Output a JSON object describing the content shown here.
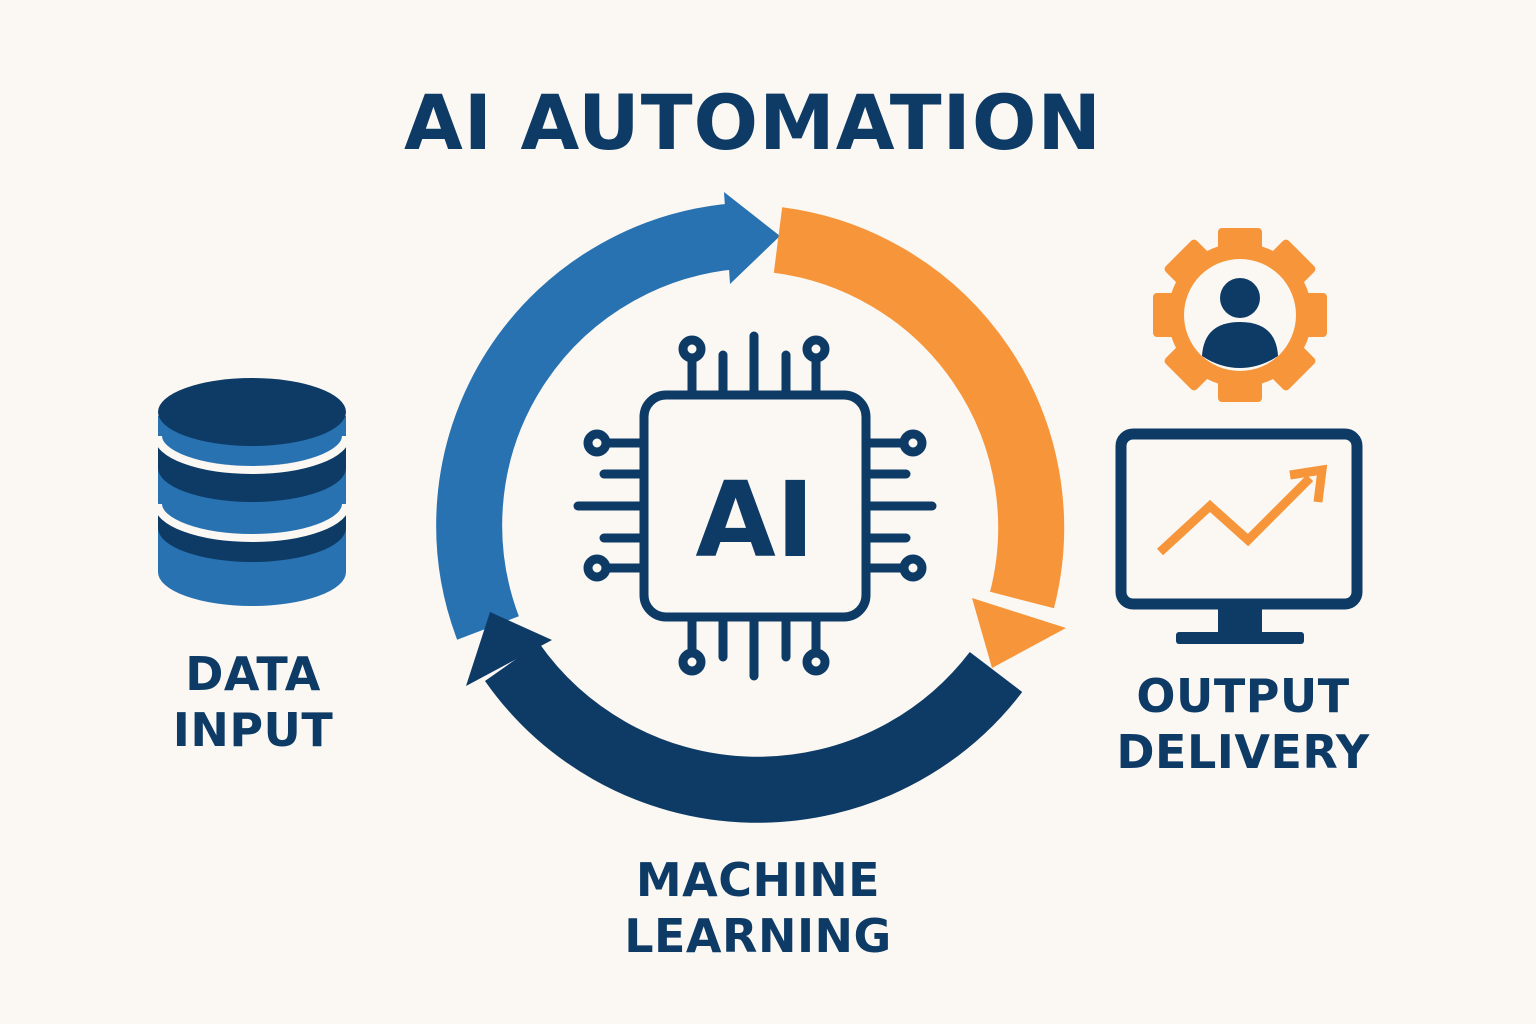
{
  "title": "AI AUTOMATION",
  "center_chip": {
    "text": "AI",
    "icon": "ai-chip-icon"
  },
  "stages": [
    {
      "id": "data-input",
      "lines": [
        "DATA",
        "INPUT"
      ],
      "icon": "database-icon",
      "color": "#2872b2"
    },
    {
      "id": "machine-learning",
      "lines": [
        "MACHINE",
        "LEARNING"
      ],
      "icon": "cycle-arrow-icon",
      "color": "#0d3b66"
    },
    {
      "id": "output-delivery",
      "lines": [
        "OUTPUT",
        "DELIVERY"
      ],
      "icon": "monitor-chart-icon",
      "color": "#f7953a"
    }
  ],
  "colors": {
    "navy": "#0d3b66",
    "blue": "#2872b2",
    "orange": "#f7953a",
    "background": "#fbf8f3"
  }
}
